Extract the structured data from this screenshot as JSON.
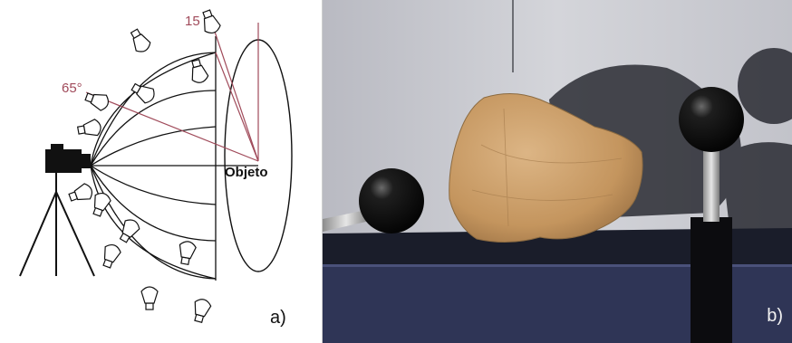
{
  "panel_a": {
    "label": "a)",
    "object_label": "Objeto",
    "angle_top": "15",
    "angle_low": "65°",
    "colors": {
      "angle_lines": "#a04a5a",
      "stroke": "#111111"
    }
  },
  "panel_b": {
    "label": "b)",
    "colors": {
      "wall": "#c9cad0",
      "table": "#2f3556",
      "sphere": "#141414",
      "stone": "#c99a62"
    }
  }
}
